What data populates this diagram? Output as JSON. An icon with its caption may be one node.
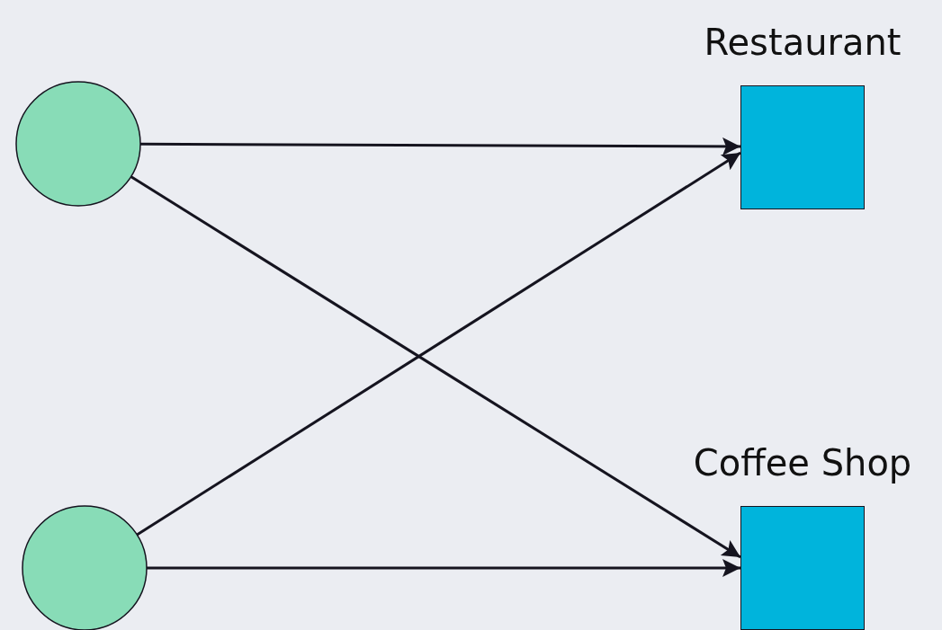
{
  "diagram": {
    "nodes": [
      {
        "text": [],
        "shape": "circle"
      },
      {
        "text": [],
        "shape": "circle"
      },
      {
        "text": [
          "Restaurant"
        ]
      },
      {
        "text": [
          "Coffee Shop"
        ]
      }
    ],
    "edges": [
      {
        "from": 0,
        "to": 2,
        "arrow": "to"
      },
      {
        "from": 0,
        "to": 3,
        "arrow": "to"
      },
      {
        "from": 1,
        "to": 2,
        "arrow": "to"
      },
      {
        "from": 1,
        "to": 3,
        "arrow": "to"
      }
    ]
  }
}
